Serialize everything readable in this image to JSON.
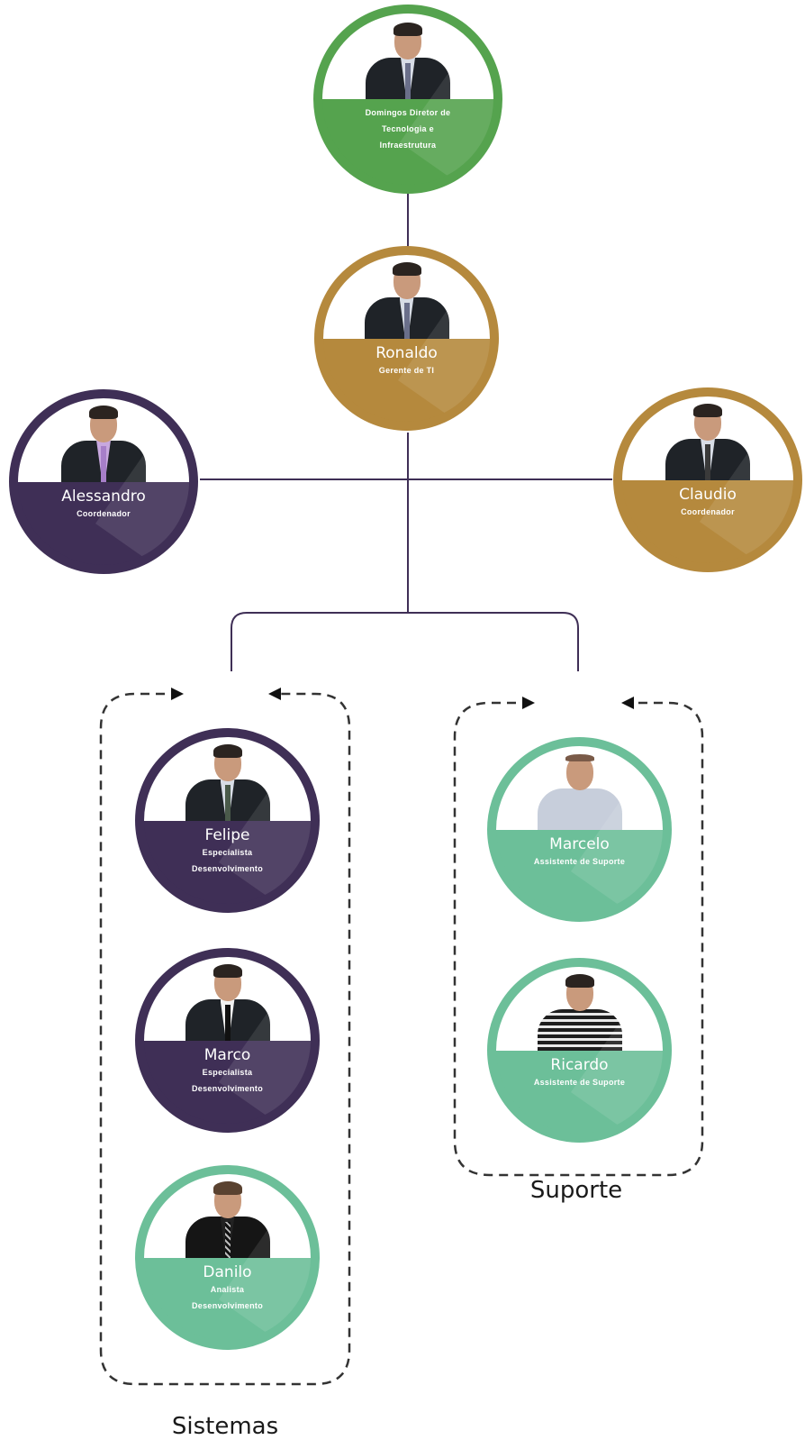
{
  "colors": {
    "director": "#55a34e",
    "manager": "#b5893d",
    "coordinator_purple": "#3f2f56",
    "coordinator_gold": "#b5893d",
    "developer": "#3f2f56",
    "analyst": "#6cbf99",
    "support": "#6cbf99",
    "connector": "#3f2f56",
    "group_border": "#333333"
  },
  "nodes": {
    "domingos": {
      "name": "",
      "role": "Domingos Diretor de Tecnologia e Infraestrutura"
    },
    "ronaldo": {
      "name": "Ronaldo",
      "role": "Gerente de TI"
    },
    "alessandro": {
      "name": "Alessandro",
      "role": "Coordenador"
    },
    "claudio": {
      "name": "Claudio",
      "role": "Coordenador"
    },
    "felipe": {
      "name": "Felipe",
      "role": "Especialista Desenvolvimento"
    },
    "marco": {
      "name": "Marco",
      "role": "Especialista Desenvolvimento"
    },
    "danilo": {
      "name": "Danilo",
      "role": "Analista Desenvolvimento"
    },
    "marcelo": {
      "name": "Marcelo",
      "role": "Assistente de Suporte"
    },
    "ricardo": {
      "name": "Ricardo",
      "role": "Assistente de Suporte"
    }
  },
  "groups": {
    "sistemas": {
      "label": "Sistemas"
    },
    "suporte": {
      "label": "Suporte"
    }
  }
}
